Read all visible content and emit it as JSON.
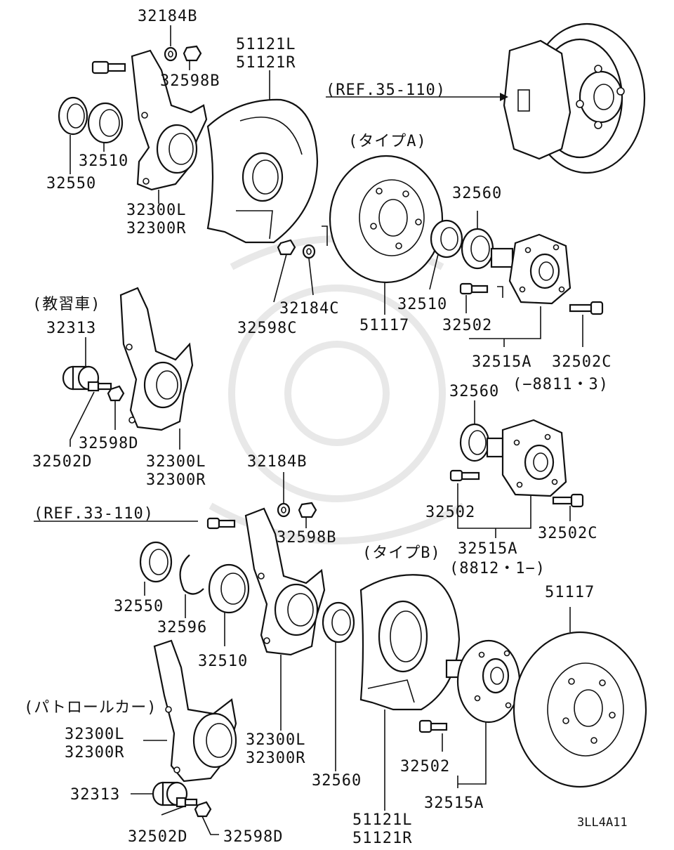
{
  "labels": {
    "p32184B_top": "32184B",
    "p32598B_top": "32598B",
    "p51121_top": "51121L\n51121R",
    "p32510_top": "32510",
    "p32550_top": "32550",
    "p32300_top": "32300L\n32300R",
    "ref35": "(REF.35-110)",
    "typeA": "(タイプA)",
    "p32560_a": "32560",
    "p32598C": "32598C",
    "p32184C": "32184C",
    "p51117_a": "51117",
    "p32510_a": "32510",
    "p32502_a": "32502",
    "p32515A_a": "32515A",
    "p32502C_a": "32502C",
    "range_a": "(−8811・3)",
    "kyoshu": "(教習車)",
    "p32313_a": "32313",
    "p32598D_a": "32598D",
    "p32502D_a": "32502D",
    "p32300_mid": "32300L\n32300R",
    "p32560_b": "32560",
    "p32184B_bot": "32184B",
    "ref33": "(REF.33-110)",
    "p32598B_bot": "32598B",
    "p32502_b": "32502",
    "p32502C_b": "32502C",
    "p32515A_b": "32515A",
    "range_b": "(8812・1−)",
    "typeB": "(タイプB)",
    "p51117_b": "51117",
    "p32550_bot": "32550",
    "p32596": "32596",
    "p32510_bot": "32510",
    "patrol": "(パトロールカー)",
    "p32300_bot_left": "32300L\n32300R",
    "p32300_bot_mid": "32300L\n32300R",
    "p32560_bot": "32560",
    "p32502_bot": "32502",
    "p32515A_bot": "32515A",
    "p32313_bot": "32313",
    "p32502D_bot": "32502D",
    "p32598D_bot": "32598D",
    "p51121_bot": "51121L\n51121R",
    "diagram_code": "3LL4A11"
  }
}
